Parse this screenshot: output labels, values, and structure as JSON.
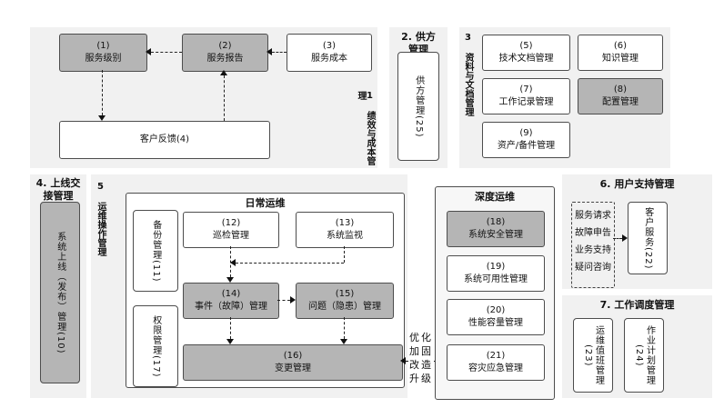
{
  "diagram": {
    "s1": {
      "title": "1 绩效与成本管理",
      "b1": "(1)\n服务级别",
      "b2": "(2)\n服务报告",
      "b3": "(3)\n服务成本",
      "b4": "客户反馈(4)"
    },
    "s2": {
      "title": "2. 供方\n管理",
      "box": "供方管理(25)"
    },
    "s3": {
      "title": "3 资料与文档管理",
      "b5": "(5)\n技术文档管理",
      "b6": "(6)\n知识管理",
      "b7": "(7)\n工作记录管理",
      "b8": "(8)\n配置管理",
      "b9": "(9)\n资产/备件管理"
    },
    "s4": {
      "title": "4. 上线交\n接管理",
      "box": "系统上线（发布）管理(10)"
    },
    "s5": {
      "title": "5 运维操作管理",
      "daily_title": "日常运维",
      "deep_title": "深度运维",
      "b11": "备份管理(11)",
      "b12": "(12)\n巡检管理",
      "b13": "(13)\n系统监视",
      "b14": "(14)\n事件（故障）管理",
      "b15": "(15)\n问题（隐患）管理",
      "b16": "(16)\n变更管理",
      "b17": "权限管理(17)",
      "b18": "(18)\n系统安全管理",
      "b19": "(19)\n系统可用性管理",
      "b20": "(20)\n性能容量管理",
      "b21": "(21)\n容灾应急管理",
      "optimize_note": "优化\n加固\n改造\n升级"
    },
    "s6": {
      "title": "6. 用户支持管理",
      "requests": "服务请求\n故障申告\n业务支持\n疑问咨询",
      "b22": "客户服务(22)"
    },
    "s7": {
      "title": "7. 工作调度管理",
      "b23": "运维值班管理(23)",
      "b24": "作业计划管理(24)"
    },
    "colors": {
      "panel_bg": "#f1f1f1",
      "box_gray": "#b5b5b5",
      "box_white": "#ffffff",
      "border": "#4d4d4d"
    }
  }
}
